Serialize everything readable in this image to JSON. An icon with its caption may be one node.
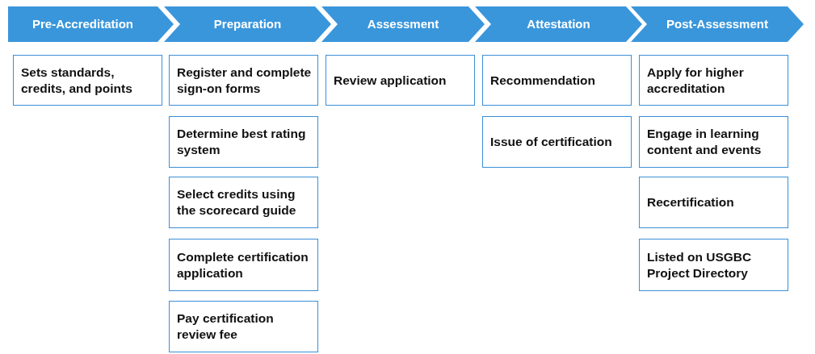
{
  "diagram": {
    "nodes": [
      {
        "text": [
          "Pre-Accreditation"
        ]
      },
      {
        "text": [
          "Preparation"
        ]
      },
      {
        "text": [
          "Assessment"
        ]
      },
      {
        "text": [
          "Attestation"
        ]
      },
      {
        "text": [
          "Post-Assessment"
        ]
      },
      {
        "text": [
          "Sets standards, credits, and points"
        ]
      },
      {
        "text": [
          "Register and complete sign-on forms"
        ]
      },
      {
        "text": [
          "Determine best rating system"
        ]
      },
      {
        "text": [
          "Select credits using the scorecard guide"
        ]
      },
      {
        "text": [
          "Complete certification application"
        ]
      },
      {
        "text": [
          "Pay certification review fee"
        ]
      },
      {
        "text": [
          "Review application"
        ]
      },
      {
        "text": [
          "Recommendation"
        ]
      },
      {
        "text": [
          "Issue of certification"
        ]
      },
      {
        "text": [
          "Apply for higher accreditation"
        ]
      },
      {
        "text": [
          "Engage in learning content and events"
        ]
      },
      {
        "text": [
          "Recertification"
        ]
      },
      {
        "text": [
          "Listed on USGBC Project Directory"
        ]
      }
    ],
    "edges": []
  }
}
